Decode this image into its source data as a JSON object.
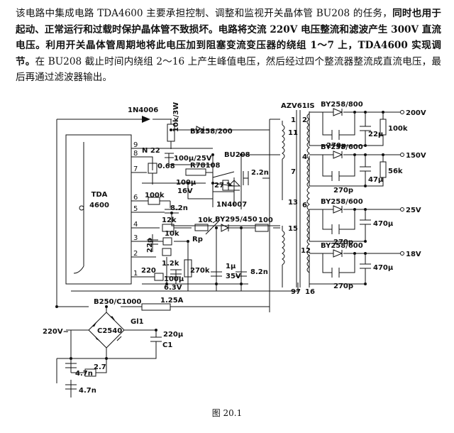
{
  "description_text": {
    "part1": "该电路中集成电路 TDA4600 主要承担控制、调整和监视开关晶体管 BU208 的任务，",
    "part2_bold": "同时也用于起动、正常运行和过载时保护晶体管不致损坏。电路将交流 220V 电压整流和滤波产生 300V 直流电压。利用开关晶体管周期地将此电压加到阻塞变流变压器的绕组 1～7 上，TDA4600 实现调节。",
    "part3": "在 BU208 截止时间内绕组 2～16 上产生峰值电压，然后经过四个整流器整流成直流电压，最后再通过滤波器输出。"
  },
  "schematic": {
    "ic": {
      "name_line1": "TDA",
      "name_line2": "4600",
      "pins": [
        "9",
        "8",
        "7",
        "6",
        "5",
        "4",
        "3",
        "2",
        "1"
      ]
    },
    "transformer": {
      "name": "AZV61IS",
      "pins": [
        "1",
        "11",
        "7",
        "13",
        "15",
        "9",
        "7",
        "16",
        "2",
        "4",
        "6",
        "12"
      ]
    },
    "components": {
      "d_1n4006": "1N4006",
      "r_10k3w": "10k/3W",
      "d_by258_200": "BY258/200",
      "c_100u25v": "100μ/25V",
      "r_068": "0.68",
      "r_78108": "R78108",
      "c_100u16v_a": "100μ",
      "c_100u16v_b": "16V",
      "r_27": "27",
      "d_1n4007": "1N4007",
      "q_bu208": "BU208",
      "c_22n": "2.2n",
      "r_100k": "100k",
      "c_82n_a": "8.2n",
      "d_by295": "BY295/450",
      "r_12k": "12k",
      "pot_10k": "10k",
      "pot_rp": "Rp",
      "r_100": "100",
      "c_22p": "22p",
      "r_10k": "10k",
      "r_12k2": "1.2k",
      "r_220": "220",
      "c_100u63_a": "100μ",
      "c_100u63_b": "6.3V",
      "r_270k": "270k",
      "c_1u35_a": "1μ",
      "c_1u35_b": "35V",
      "c_82n_b": "8.2n",
      "n22": "N 22",
      "bridge": "B250/C1000",
      "fuse": "1.25A",
      "gl1": "Gl1",
      "c2540": "C2540",
      "c_220u": "220μ",
      "c1": "C1",
      "c_47n_a": "4.7n",
      "r_27b": "2.7",
      "c_47n_b": "4.7n",
      "ac_in": "220V~"
    },
    "outputs": [
      {
        "diode": "BY258/800",
        "cap": "270p",
        "filter_cap": "22μ",
        "load": "100k",
        "voltage": "200V"
      },
      {
        "diode": "BY258/600",
        "cap": "270p",
        "filter_cap": "47μ",
        "load": "56k",
        "voltage": "150V"
      },
      {
        "diode": "BY258/600",
        "cap": "270p",
        "filter_cap": "470μ",
        "load": "",
        "voltage": "25V"
      },
      {
        "diode": "BY258/600",
        "cap": "270p",
        "filter_cap": "470μ",
        "load": "",
        "voltage": "18V"
      }
    ]
  },
  "caption": "图 20.1"
}
